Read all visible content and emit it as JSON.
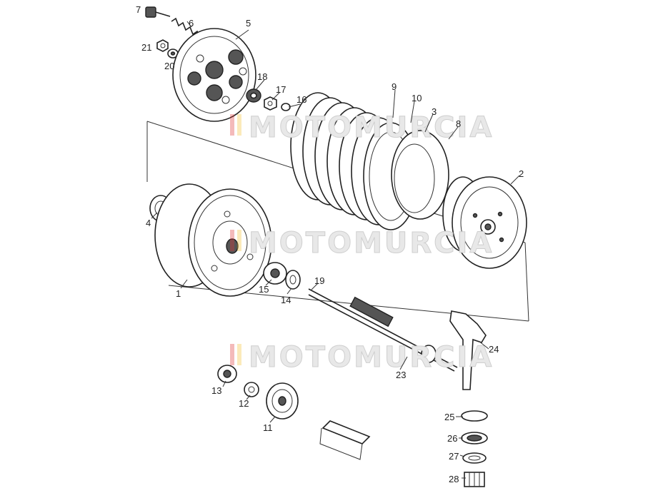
{
  "labels": [
    "1",
    "2",
    "3",
    "4",
    "5",
    "6",
    "7",
    "8",
    "9",
    "10",
    "11",
    "12",
    "13",
    "14",
    "15",
    "16",
    "17",
    "18",
    "19",
    "20",
    "21",
    "23",
    "24",
    "25",
    "26",
    "27",
    "28"
  ],
  "watermark": "MOTOMURCIA",
  "colors": {
    "line": "#222222",
    "watermark_fill": "#e8e8e8",
    "logo_red": "#e03a3a",
    "logo_yellow": "#f3c23a"
  }
}
